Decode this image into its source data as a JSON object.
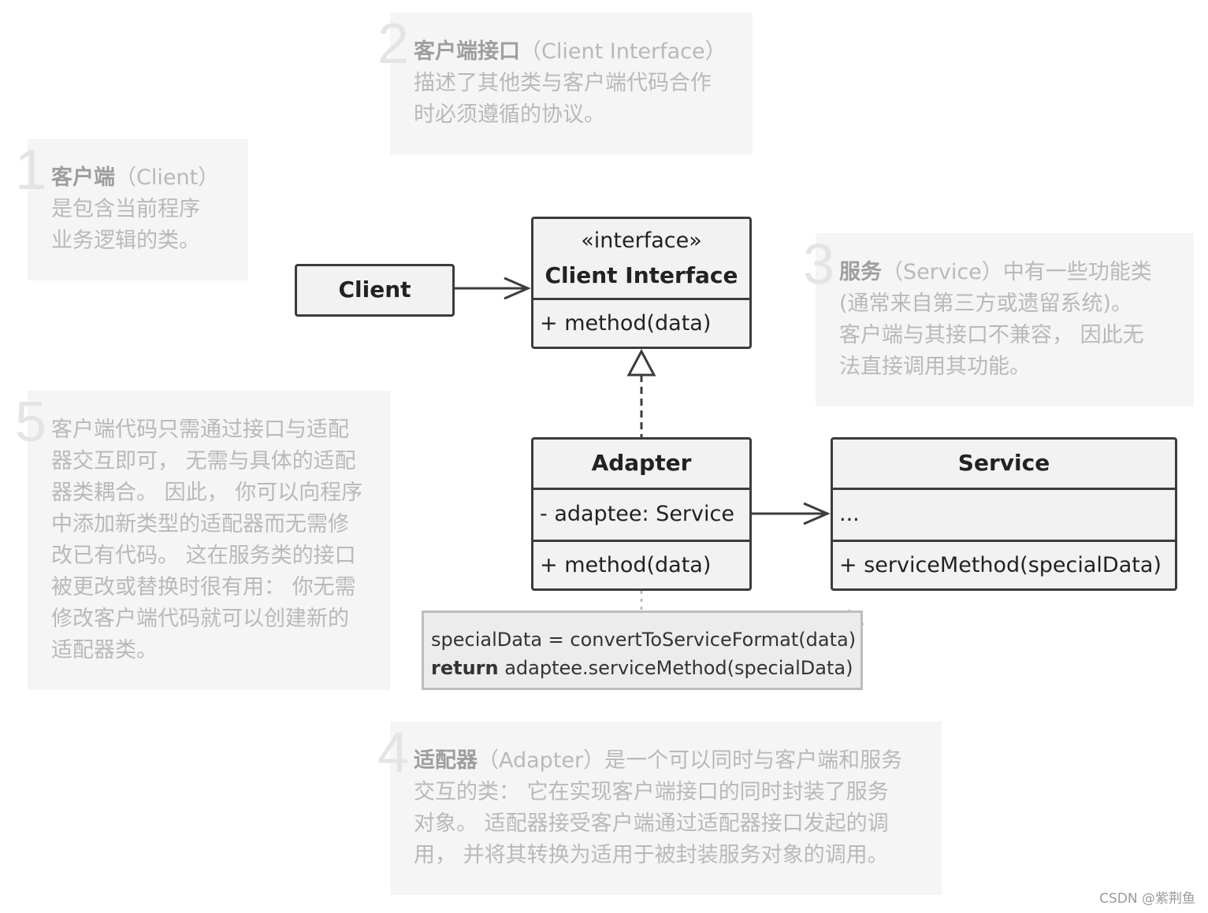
{
  "notes": [
    {
      "num": "1",
      "title": "客户端",
      "paren": "（Client）",
      "body": [
        "是包含当前程序",
        "业务逻辑的类。"
      ]
    },
    {
      "num": "2",
      "title": "客户端接口",
      "paren": "（Client Interface）",
      "body": [
        "描述了其他类与客户端代码合作",
        "时必须遵循的协议。"
      ]
    },
    {
      "num": "3",
      "title": "服务",
      "paren": "（Service）",
      "title_rest": "中有一些功能类",
      "body": [
        "(通常来自第三方或遗留系统)。",
        "客户端与其接口不兼容， 因此无",
        "法直接调用其功能。"
      ]
    },
    {
      "num": "4",
      "title": "适配器",
      "paren": "（Adapter）",
      "title_rest": "是一个可以同时与客户端和服务",
      "body": [
        "交互的类： 它在实现客户端接口的同时封装了服务",
        "对象。 适配器接受客户端通过适配器接口发起的调",
        "用， 并将其转换为适用于被封装服务对象的调用。"
      ]
    },
    {
      "num": "5",
      "body": [
        "客户端代码只需通过接口与适配",
        "器交互即可， 无需与具体的适配",
        "器类耦合。 因此， 你可以向程序",
        "中添加新类型的适配器而无需修",
        "改已有代码。 这在服务类的接口",
        "被更改或替换时很有用： 你无需",
        "修改客户端代码就可以创建新的",
        "适配器类。"
      ]
    }
  ],
  "classes": {
    "client": {
      "name": "Client"
    },
    "client_interface": {
      "stereotype": "«interface»",
      "name": "Client Interface",
      "method": "+ method(data)"
    },
    "adapter": {
      "name": "Adapter",
      "field": "- adaptee: Service",
      "method": "+ method(data)"
    },
    "service": {
      "name": "Service",
      "field": "...",
      "method": "+ serviceMethod(specialData)"
    }
  },
  "code_note": {
    "line1": "specialData = convertToServiceFormat(data)",
    "line2_keyword": "return",
    "line2_rest": " adaptee.serviceMethod(specialData)"
  },
  "watermark": "CSDN @紫荆鱼"
}
